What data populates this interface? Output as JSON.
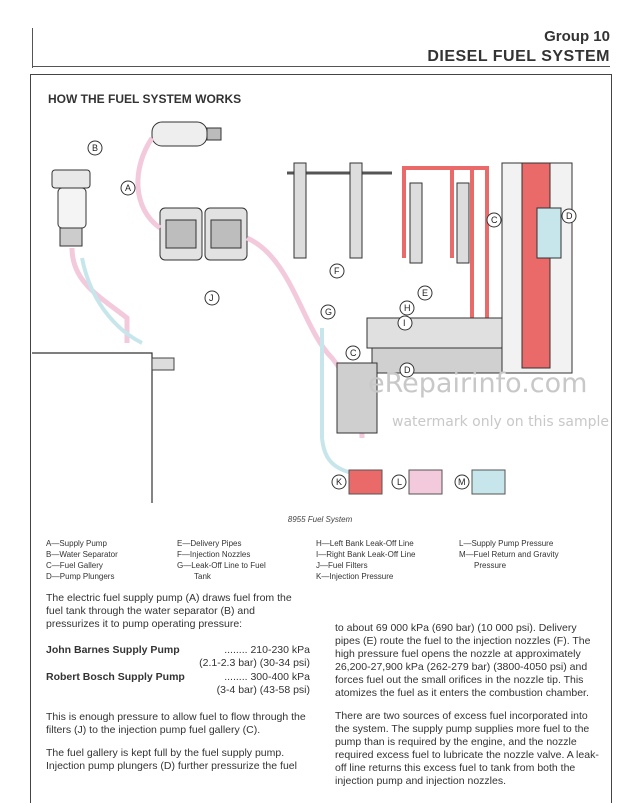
{
  "header": {
    "group": "Group 10",
    "title": "DIESEL FUEL SYSTEM"
  },
  "section_title": "HOW THE FUEL SYSTEM WORKS",
  "diagram": {
    "callouts": [
      "A",
      "B",
      "C",
      "D",
      "E",
      "F",
      "G",
      "H",
      "I",
      "J",
      "K",
      "L",
      "M"
    ],
    "pressure_keys": [
      {
        "letter": "K",
        "color": "#ea6a6a"
      },
      {
        "letter": "L",
        "color": "#f3c9dc"
      },
      {
        "letter": "M",
        "color": "#c7e6ec"
      }
    ],
    "caption": "8955 Fuel System"
  },
  "legend": {
    "col1": [
      "A—Supply Pump",
      "B—Water Separator",
      "C—Fuel Gallery",
      "D—Pump Plungers"
    ],
    "col2": [
      "E—Delivery Pipes",
      "F—Injection Nozzles",
      "G—Leak-Off Line to Fuel",
      "Tank"
    ],
    "col3": [
      "H—Left Bank Leak-Off Line",
      "I—Right Bank Leak-Off Line",
      "J—Fuel Filters",
      "K—Injection Pressure"
    ],
    "col4": [
      "L—Supply Pump Pressure",
      "M—Fuel Return and Gravity",
      "Pressure"
    ]
  },
  "left_col": {
    "p1": "The electric fuel supply pump (A) draws fuel from the fuel tank through the water separator (B) and pressurizes it to pump operating pressure:",
    "spec1_name": "John Barnes Supply Pump",
    "spec1_val": "........ 210-230 kPa",
    "spec1_val2": "(2.1-2.3 bar) (30-34 psi)",
    "spec2_name": "Robert Bosch Supply Pump",
    "spec2_val": "........ 300-400 kPa",
    "spec2_val2": "(3-4 bar) (43-58 psi)",
    "p2": "This is enough pressure to allow fuel to flow through the filters (J) to the injection pump fuel gallery (C).",
    "p3": "The fuel gallery is kept full by the fuel supply pump. Injection pump plungers (D) further pressurize the fuel"
  },
  "right_col": {
    "p1": "to about 69 000 kPa (690 bar) (10 000 psi). Delivery pipes (E) route the fuel to the injection nozzles (F). The high pressure fuel opens the nozzle at approximately 26,200-27,900 kPa (262-279 bar) (3800-4050 psi) and forces fuel out the small orifices in the nozzle tip. This atomizes the fuel as it enters the combustion chamber.",
    "p2": "There are two sources of excess fuel incorporated into the system. The supply pump supplies more fuel to the pump than is required by the engine, and the nozzle required excess fuel to lubricate the nozzle valve. A leak-off line returns this excess fuel to tank from both the injection pump and injection nozzles."
  },
  "watermark": {
    "line1": "eRepairinfo.com",
    "line2": "watermark only on this sample"
  }
}
